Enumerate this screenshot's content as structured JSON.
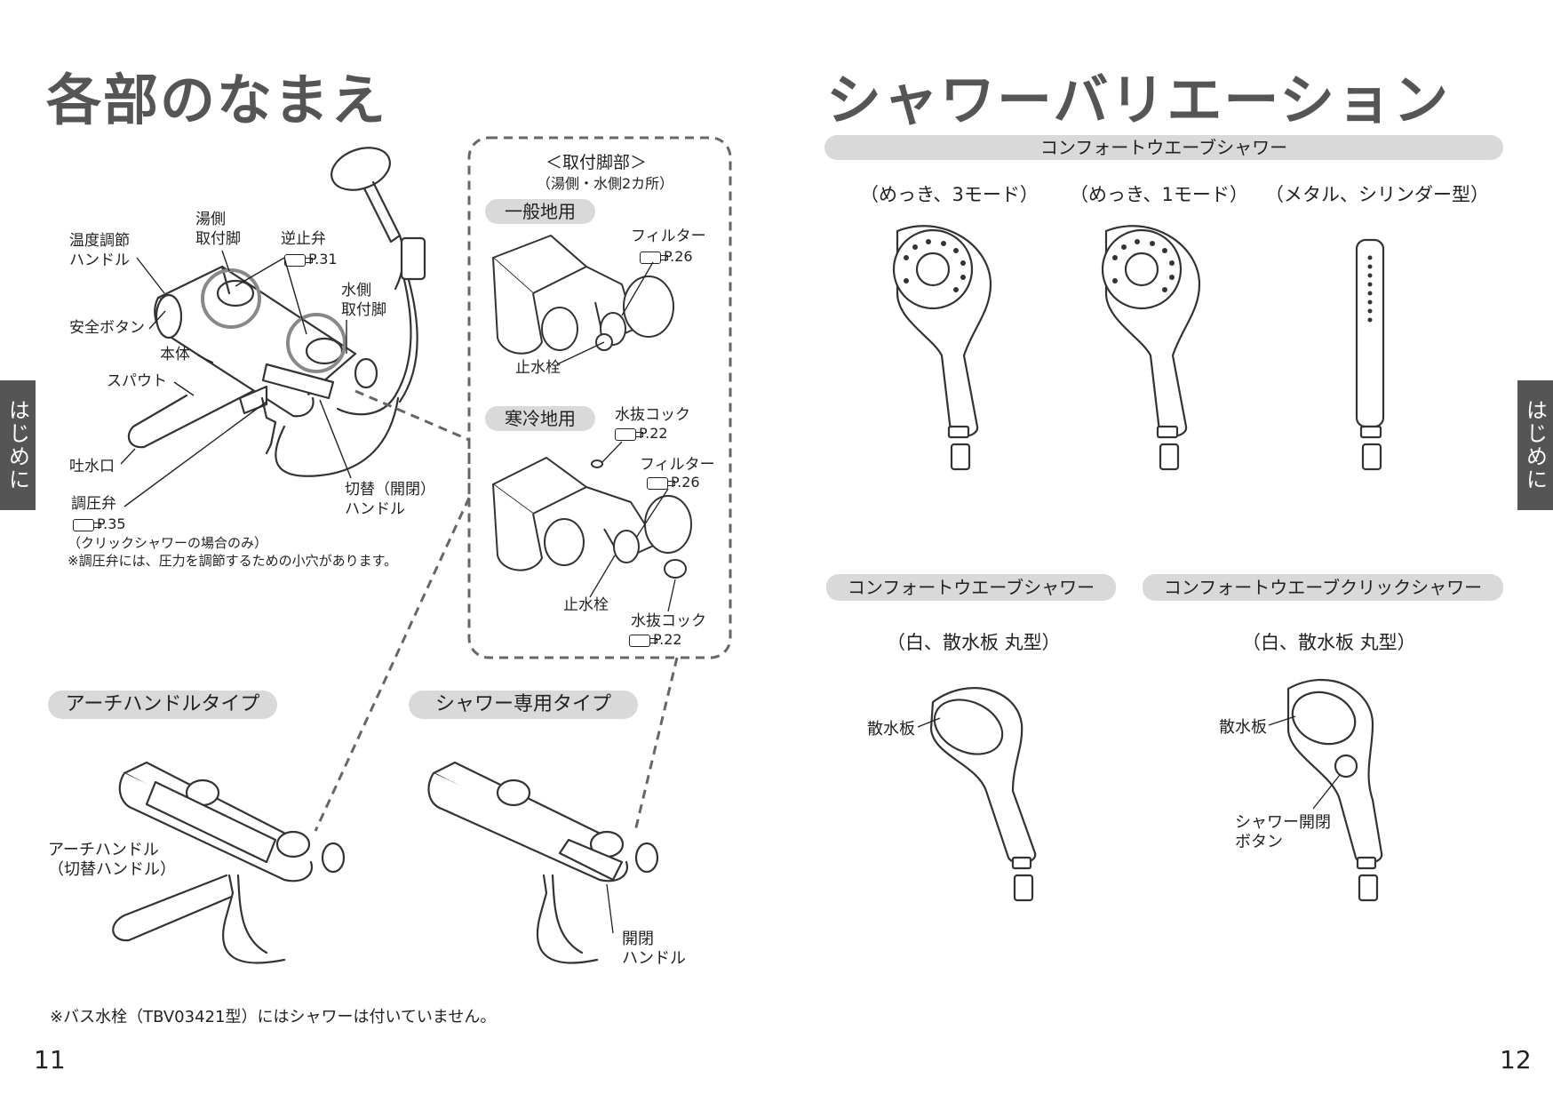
{
  "left": {
    "title": "各部のなまえ",
    "labels": {
      "temp_handle": [
        "温度調節",
        "ハンドル"
      ],
      "hot_leg": [
        "湯側",
        "取付脚"
      ],
      "check_valve": "逆止弁",
      "check_valve_ref": "P.31",
      "cold_leg": [
        "水側",
        "取付脚"
      ],
      "safety_button": "安全ボタン",
      "body": "本体",
      "spout": "スパウト",
      "outlet": "吐水口",
      "pressure_valve": "調圧弁",
      "pressure_valve_ref": "P.35",
      "pressure_note1": "（クリックシャワーの場合のみ）",
      "pressure_note2": "※調圧弁には、圧力を調節するための小穴があります。",
      "switch_handle": [
        "切替（開閉）",
        "ハンドル"
      ]
    },
    "mount_box": {
      "title": "＜取付脚部＞",
      "subtitle": "（湯側・水側2カ所）",
      "general_tag": "一般地用",
      "filter": "フィルター",
      "filter_ref": "P.26",
      "stop_valve": "止水栓",
      "cold_tag": "寒冷地用",
      "drain_cock": "水抜コック",
      "drain_ref": "P.22",
      "filter2": "フィルター",
      "filter2_ref": "P.26",
      "stop_valve2": "止水栓",
      "drain_cock2": "水抜コック",
      "drain2_ref": "P.22"
    },
    "arch_type": {
      "tag": "アーチハンドルタイプ",
      "label": [
        "アーチハンドル",
        "（切替ハンドル）"
      ]
    },
    "shower_only": {
      "tag": "シャワー専用タイプ",
      "label": [
        "開閉",
        "ハンドル"
      ]
    },
    "footnote": "※バス水栓（TBV03421型）にはシャワーは付いていません。",
    "page_number": "11",
    "side_tab": "はじめに"
  },
  "right": {
    "title": "シャワーバリエーション",
    "top_band": "コンフォートウエーブシャワー",
    "variants": [
      "（めっき、3モード）",
      "（めっき、1モード）",
      "（メタル、シリンダー型）"
    ],
    "band_a": "コンフォートウエーブシャワー",
    "band_b": "コンフォートウエーブクリックシャワー",
    "variant_a": "（白、散水板 丸型）",
    "variant_b": "（白、散水板 丸型）",
    "spray_plate_a": "散水板",
    "spray_plate_b": "散水板",
    "button_label": [
      "シャワー開閉",
      "ボタン"
    ],
    "page_number": "12",
    "side_tab": "はじめに"
  }
}
